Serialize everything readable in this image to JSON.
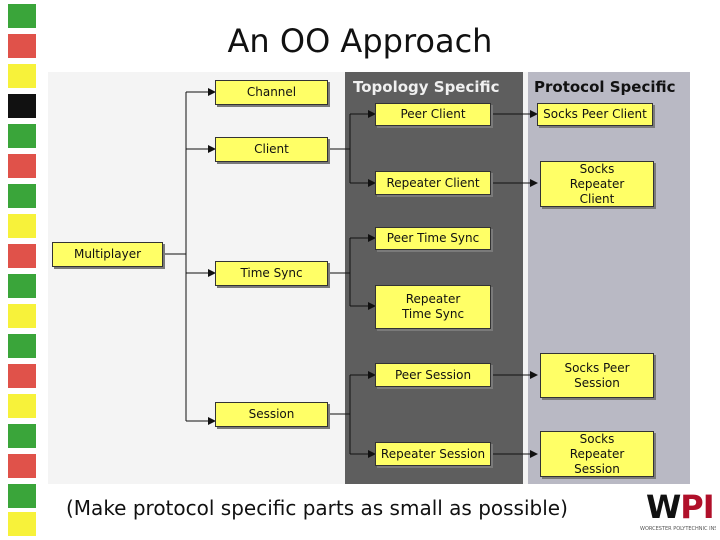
{
  "slide": {
    "title": "An OO Approach"
  },
  "panels": {
    "topology_title": "Topology Specific",
    "protocol_title": "Protocol Specific"
  },
  "boxes": {
    "multiplayer": "Multiplayer",
    "channel": "Channel",
    "client": "Client",
    "time_sync": "Time Sync",
    "session": "Session",
    "peer_client": "Peer Client",
    "repeater_client": "Repeater Client",
    "peer_time_sync": "Peer Time Sync",
    "repeater_time_sync": "Repeater Time Sync",
    "peer_session": "Peer Session",
    "repeater_session": "Repeater Session",
    "socks_peer_client": "Socks Peer Client",
    "socks_repeater_client": "Socks Repeater Client",
    "socks_peer_session": "Socks Peer Session",
    "socks_repeater_session": "Socks Repeater Session"
  },
  "caption": "(Make protocol specific parts as small as possible)",
  "logo": {
    "text": "WPI",
    "tagline": "WORCESTER POLYTECHNIC INSTITUTE"
  },
  "colors": {
    "box_fill": "#ffff66",
    "topology_panel": "#5e5e5e",
    "protocol_panel": "#b9b9c4",
    "stripe_green": "#3aa53a",
    "stripe_red": "#e0524a",
    "stripe_yellow": "#f7f23a",
    "logo_red": "#b0102a"
  }
}
